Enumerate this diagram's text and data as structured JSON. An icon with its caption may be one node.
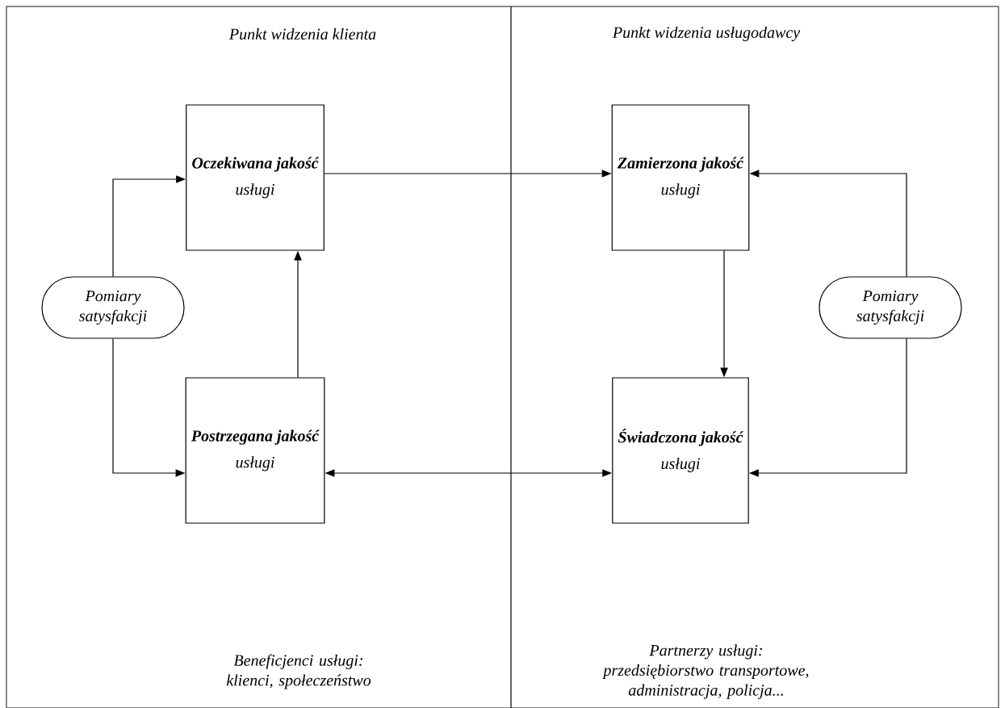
{
  "diagram": {
    "nodes": [
      {
        "text": [
          "Oczekiwana jakość",
          "usługi"
        ]
      },
      {
        "text": [
          "Zamierzona jakość",
          "usługi"
        ]
      },
      {
        "text": [
          "Pomiary satysfakcji"
        ]
      },
      {
        "text": [
          "Pomiary satysfakcji"
        ]
      },
      {
        "text": [
          "Postrzegana jakość",
          "usługi"
        ]
      },
      {
        "text": [
          "Świadczona jakość",
          "usługi"
        ]
      }
    ],
    "edges": [
      {
        "from": 0,
        "to": 1,
        "arrow": "to"
      },
      {
        "from": 2,
        "to": 0,
        "arrow": "to"
      },
      {
        "from": 3,
        "to": 1,
        "arrow": "to"
      },
      {
        "from": 4,
        "to": 0,
        "arrow": "to"
      },
      {
        "from": 1,
        "to": 5,
        "arrow": "to"
      },
      {
        "from": 2,
        "to": 4,
        "arrow": "to"
      },
      {
        "from": 3,
        "to": 5,
        "arrow": "to"
      },
      {
        "from": 4,
        "to": 5,
        "arrow": "both"
      }
    ],
    "labels": [
      "Punkt widzenia klienta",
      "Punkt widzenia usługodawcy",
      "Beneficjenci usługi: klienci, społeczeństwo",
      "Partnerzy usługi: przedsiębiorstwo transportowe, administracja, policja..."
    ]
  }
}
